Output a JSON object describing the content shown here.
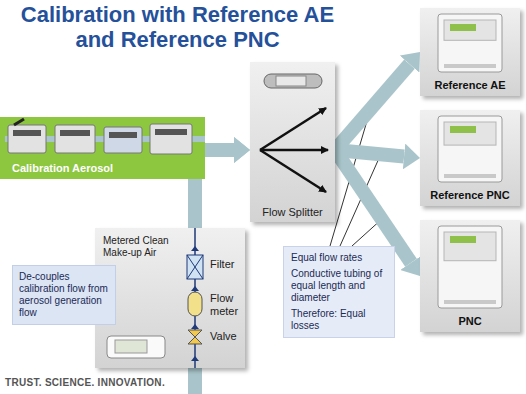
{
  "diagram": {
    "title": "Calibration with Reference AE and Reference PNC",
    "nodes": [
      {
        "text": [
          "Calibration Aerosol"
        ]
      },
      {
        "text": [
          "Flow Splitter"
        ]
      },
      {
        "text": [
          "Reference AE"
        ]
      },
      {
        "text": [
          "Reference PNC"
        ]
      },
      {
        "text": [
          "PNC"
        ]
      },
      {
        "text": [
          "Metered Clean Make-up Air"
        ]
      },
      {
        "text": [
          "De-couples calibration flow from aerosol generation flow"
        ]
      },
      {
        "text": [
          "Equal flow rates",
          "Conductive tubing of equal length and diameter",
          "Therefore: Equal losses"
        ]
      }
    ],
    "edges": [
      {
        "from": 0,
        "to": 1,
        "arrow": "to"
      },
      {
        "from": 5,
        "to": 1,
        "arrow": "to"
      },
      {
        "from": 1,
        "to": 2,
        "arrow": "to"
      },
      {
        "from": 1,
        "to": 3,
        "arrow": "to"
      },
      {
        "from": 1,
        "to": 4,
        "arrow": "to"
      }
    ],
    "labels": [
      "Filter",
      "Flow meter",
      "Valve",
      "TRUST. SCIENCE. INNOVATION."
    ]
  }
}
